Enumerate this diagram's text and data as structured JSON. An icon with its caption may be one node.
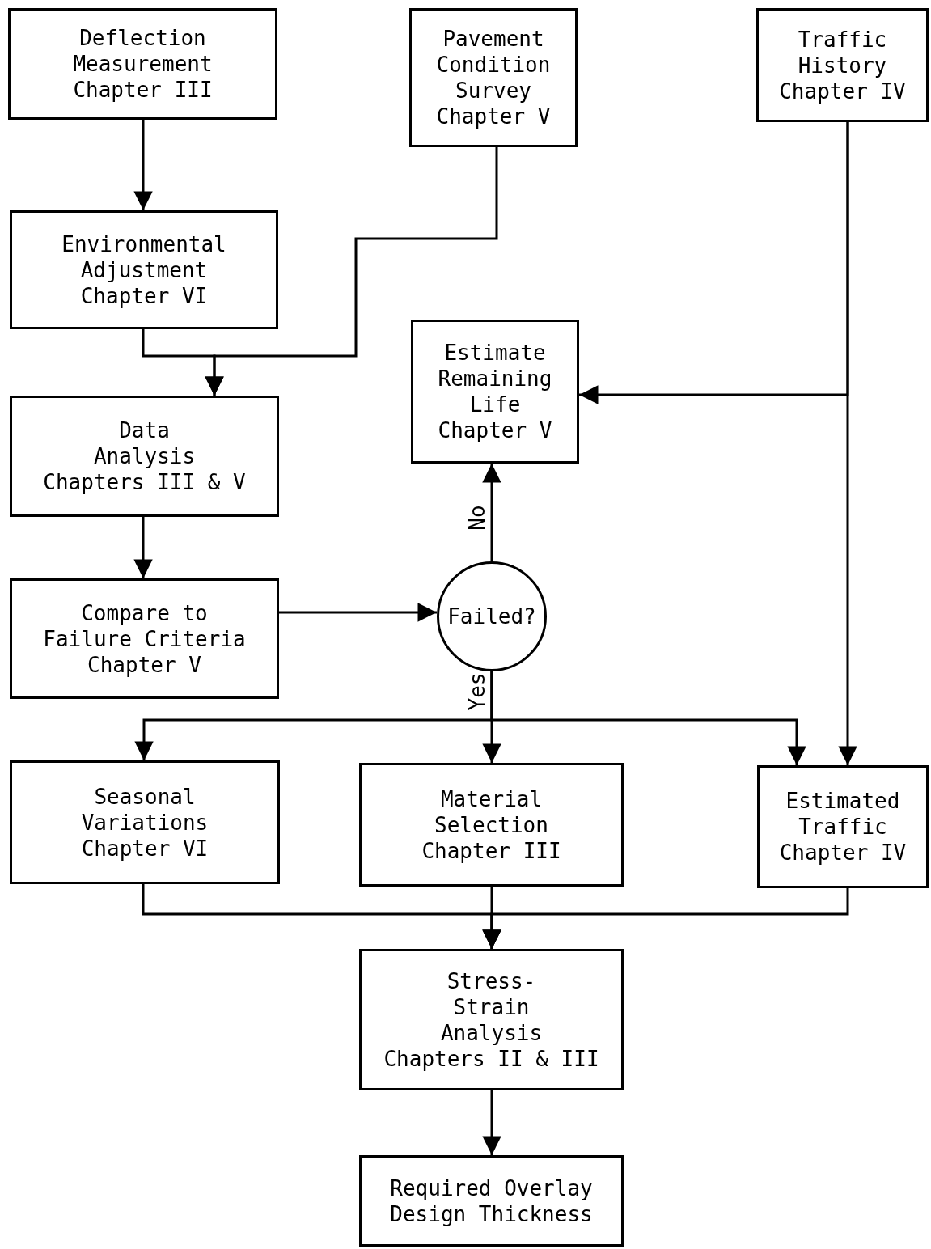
{
  "diagram": {
    "nodes": [
      {
        "text": [
          "Deflection Measurement",
          "Chapter III"
        ]
      },
      {
        "text": [
          "Pavement Condition Survey",
          "Chapter V"
        ]
      },
      {
        "text": [
          "Traffic History",
          "Chapter IV"
        ]
      },
      {
        "text": [
          "Environmental Adjustment",
          "Chapter VI"
        ]
      },
      {
        "text": [
          "Estimate Remaining Life",
          "Chapter V"
        ]
      },
      {
        "text": [
          "Data Analysis",
          "Chapters III & V"
        ]
      },
      {
        "text": [
          "Compare to Failure Criteria",
          "Chapter V"
        ]
      },
      {
        "text": [
          "Failed?"
        ]
      },
      {
        "text": [
          "Seasonal Variations",
          "Chapter VI"
        ]
      },
      {
        "text": [
          "Material Selection",
          "Chapter III"
        ]
      },
      {
        "text": [
          "Estimated Traffic",
          "Chapter IV"
        ]
      },
      {
        "text": [
          "Stress- Strain Analysis",
          "Chapters II & III"
        ]
      },
      {
        "text": [
          "Required Overlay Design Thickness"
        ]
      }
    ],
    "edges": [
      {
        "from": 0,
        "to": 3,
        "arrow": "to"
      },
      {
        "from": 3,
        "to": 5,
        "arrow": "to"
      },
      {
        "from": 1,
        "to": 5,
        "arrow": "to"
      },
      {
        "from": 2,
        "to": 4,
        "arrow": "to"
      },
      {
        "from": 2,
        "to": 10,
        "arrow": "to"
      },
      {
        "from": 5,
        "to": 6,
        "arrow": "to"
      },
      {
        "from": 6,
        "to": 7,
        "arrow": "to"
      },
      {
        "from": 7,
        "to": 4,
        "arrow": "to",
        "label": "No"
      },
      {
        "from": 7,
        "to": 9,
        "arrow": "to",
        "label": "Yes"
      },
      {
        "from": 7,
        "to": 8,
        "arrow": "to"
      },
      {
        "from": 7,
        "to": 10,
        "arrow": "to"
      },
      {
        "from": 8,
        "to": 11,
        "arrow": "to"
      },
      {
        "from": 9,
        "to": 11,
        "arrow": "to"
      },
      {
        "from": 10,
        "to": 11,
        "arrow": "to"
      },
      {
        "from": 11,
        "to": 12,
        "arrow": "to"
      }
    ]
  }
}
